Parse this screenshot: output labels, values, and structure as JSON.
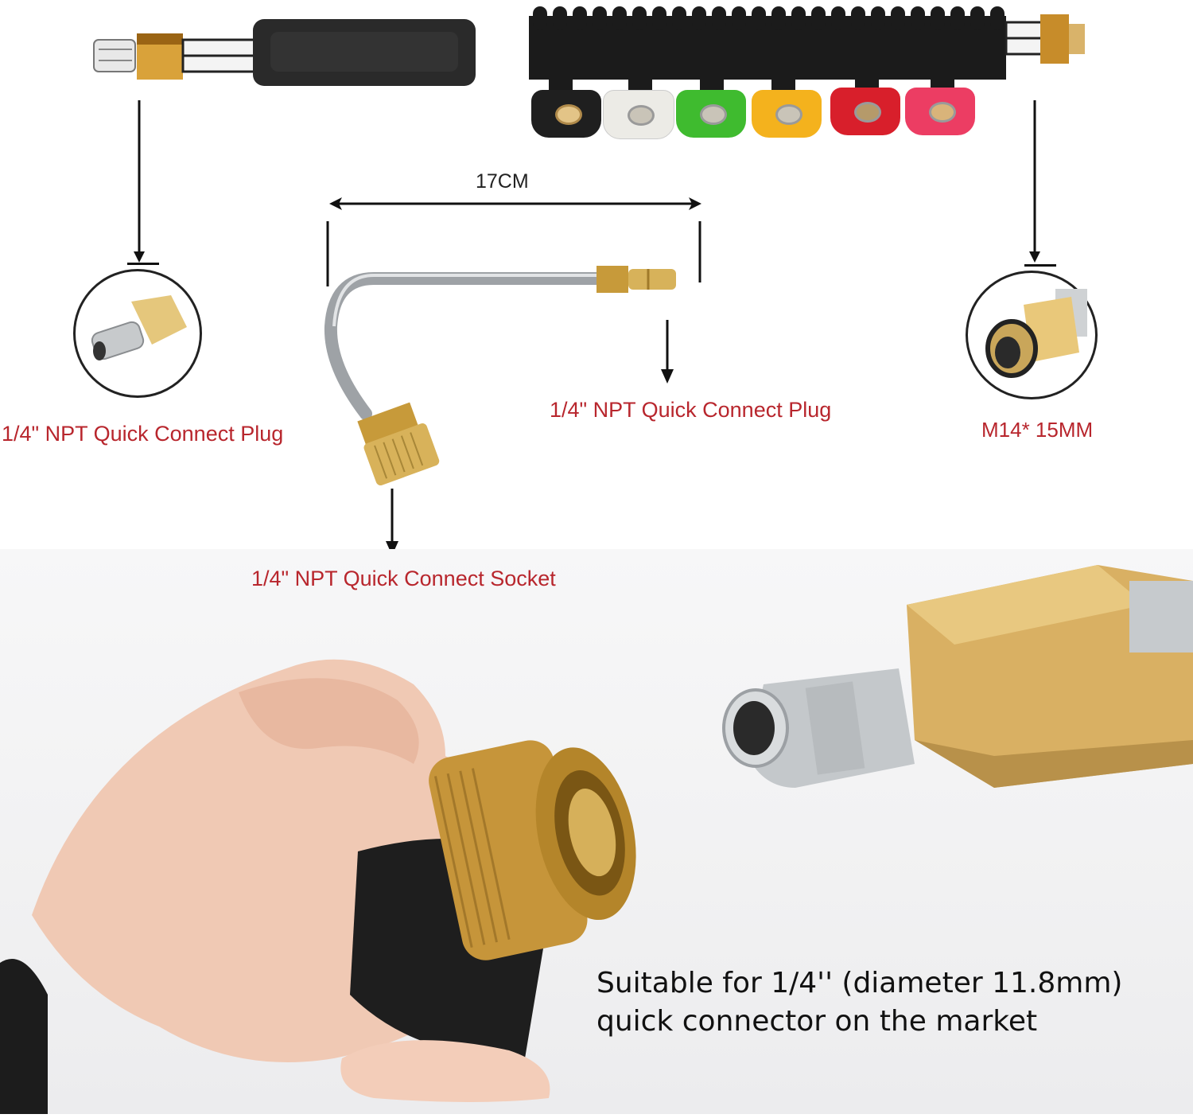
{
  "diagram": {
    "dimension": {
      "label": "17CM"
    },
    "labels": {
      "left_plug": "1/4\" NPT Quick Connect Plug",
      "right_plug": "1/4\" NPT Quick Connect Plug",
      "thread": "M14* 15MM",
      "socket": "1/4\" NPT Quick Connect Socket"
    },
    "nozzles": [
      {
        "color": "#1f1f1f",
        "name": "black"
      },
      {
        "color": "#ecebe6",
        "name": "white"
      },
      {
        "color": "#3fbb2f",
        "name": "green"
      },
      {
        "color": "#f4b21d",
        "name": "yellow"
      },
      {
        "color": "#d81f2b",
        "name": "red"
      },
      {
        "color": "#ec3d63",
        "name": "pink"
      }
    ],
    "colors": {
      "label_red": "#b8262d",
      "brass": "#d8b25a",
      "steel": "#bfc3c7"
    }
  },
  "photo": {
    "caption_line1": "Suitable for 1/4'' (diameter 11.8mm)",
    "caption_line2": "quick connector on the market"
  }
}
